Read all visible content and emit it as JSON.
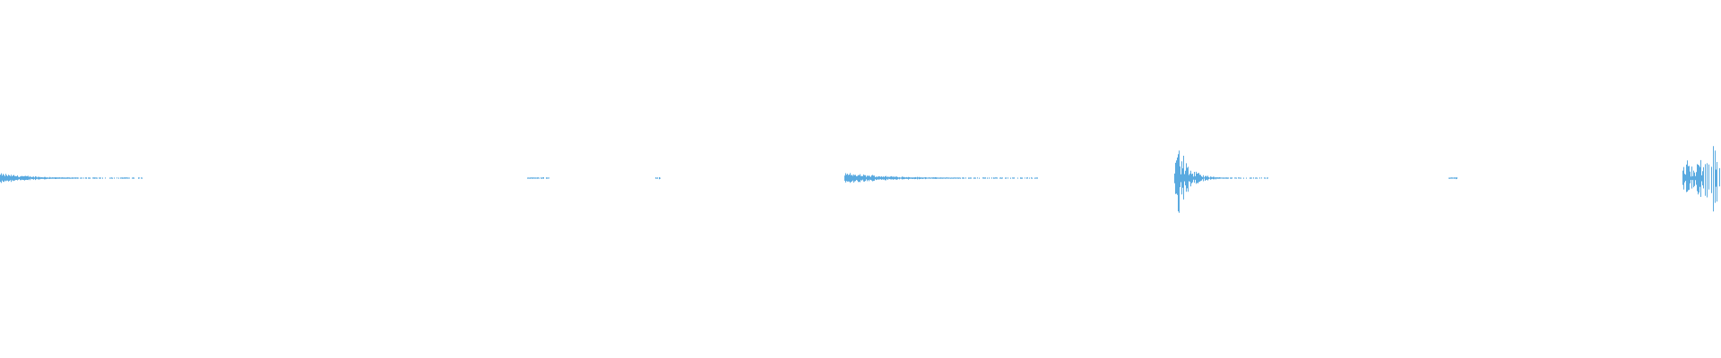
{
  "waveform": {
    "color": "#5aaae0",
    "duration_units": 1568,
    "peak_amplitude": 1.0,
    "bursts": [
      {
        "start": 0,
        "end": 130,
        "peak": 0.1,
        "decay": 0.25,
        "noise": 0.6
      },
      {
        "start": 480,
        "end": 500,
        "peak": 0.03,
        "decay": 0.6,
        "noise": 0.3
      },
      {
        "start": 597,
        "end": 601,
        "peak": 0.02,
        "decay": 0.6,
        "noise": 0.2
      },
      {
        "start": 769,
        "end": 945,
        "peak": 0.11,
        "decay": 0.25,
        "noise": 0.6
      },
      {
        "start": 1070,
        "end": 1155,
        "peak": 1.0,
        "decay": 0.12,
        "noise": 0.9
      },
      {
        "start": 1320,
        "end": 1328,
        "peak": 0.02,
        "decay": 0.6,
        "noise": 0.2
      },
      {
        "start": 1533,
        "end": 1568,
        "peak": 1.0,
        "decay": 0.5,
        "noise": 0.9
      }
    ]
  }
}
